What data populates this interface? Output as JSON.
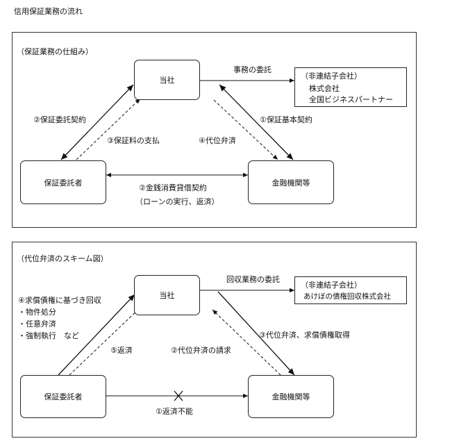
{
  "page": {
    "title": "信用保証業務の流れ"
  },
  "panel1": {
    "title": "（保証業務の仕組み）",
    "company": "当社",
    "client": "保証委託者",
    "bank": "金融機関等",
    "partner": {
      "label": "（非連結子会社）",
      "lines": [
        "株式会社",
        "全国ビジネスパートナー"
      ]
    },
    "labels": {
      "delegation": "事務の委託",
      "contract_guarantee": "①保証基本契約",
      "contract_client": "②保証委託契約",
      "fee_payment": "③保証料の支払",
      "subrogation": "④代位弁済",
      "loan_contract": "②金銭消費貸借契約",
      "loan_detail": "（ローンの実行、返済）"
    }
  },
  "panel2": {
    "title": "（代位弁済のスキーム図）",
    "company": "当社",
    "client": "保証委託者",
    "bank": "金融機関等",
    "partner": {
      "label": "（非連結子会社）",
      "lines": [
        "あけぼの債権回収株式会社"
      ]
    },
    "labels": {
      "delegation": "回収業務の委託",
      "claim_lines": [
        "④求償債権に基づき回収",
        "・物件処分",
        "・任意弁済",
        "・強制執行　など"
      ],
      "repay": "⑤返済",
      "request": "②代位弁済の請求",
      "subrogation_acquire": "③代位弁済、求償債権取得",
      "unable": "①返済不能"
    }
  }
}
